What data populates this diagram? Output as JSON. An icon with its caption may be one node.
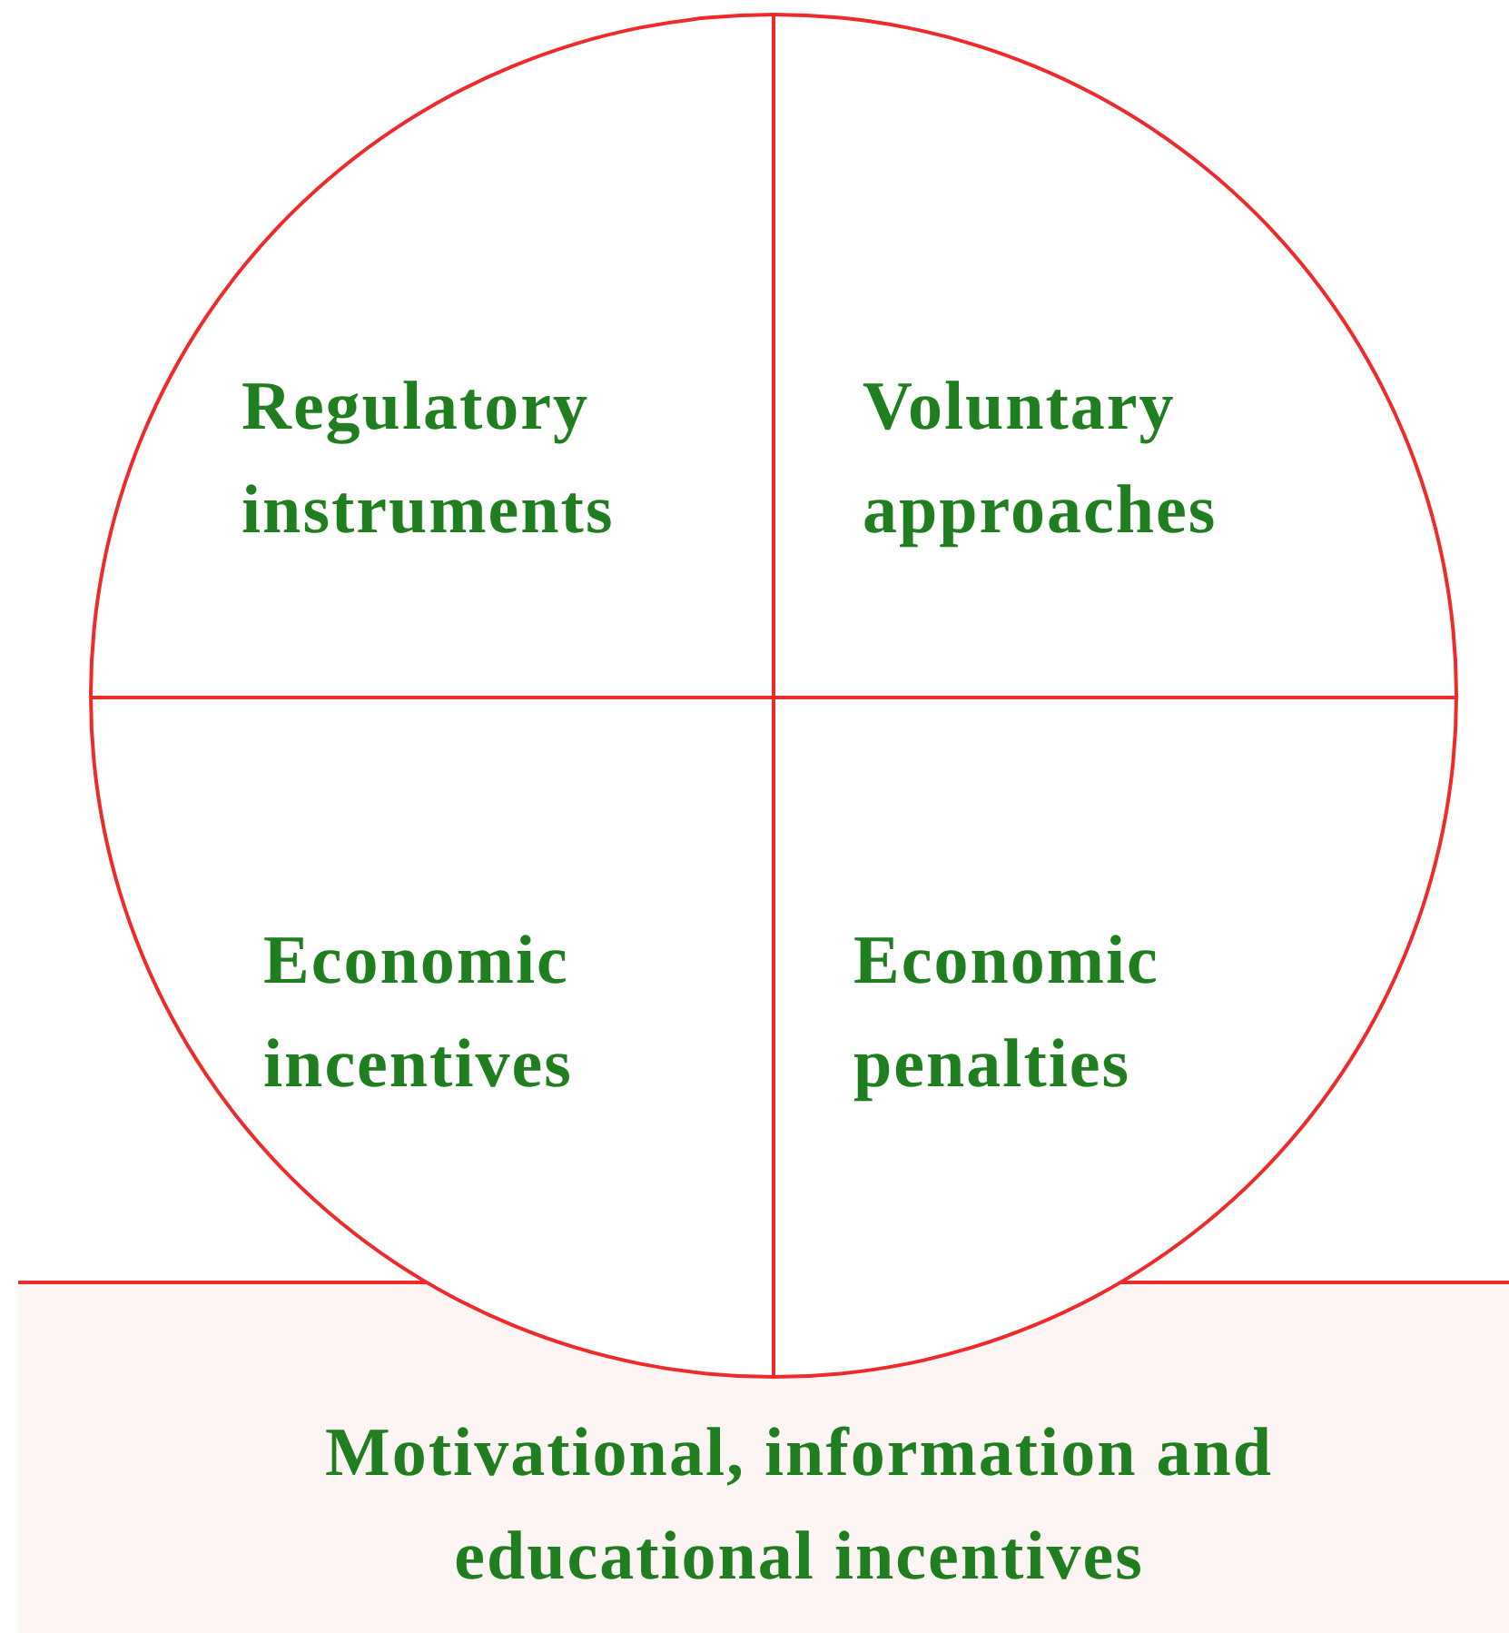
{
  "diagram": {
    "nodes": [
      {
        "text": [],
        "shape": "circle"
      },
      {
        "text": [
          "Regulatory instruments"
        ],
        "in": 0
      },
      {
        "text": [
          "Voluntary approaches"
        ],
        "in": 0
      },
      {
        "text": [
          "Economic incentives"
        ],
        "in": 0
      },
      {
        "text": [
          "Economic penalties"
        ],
        "in": 0
      },
      {
        "text": [
          "Motivational, information and educational incentives"
        ]
      }
    ]
  }
}
